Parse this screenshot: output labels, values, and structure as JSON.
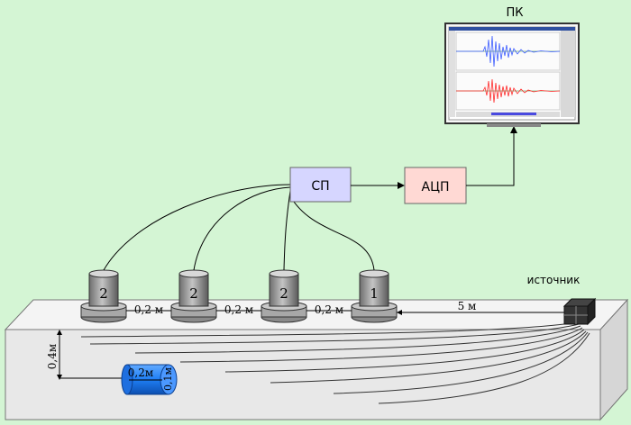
{
  "pc": {
    "label": "ПК"
  },
  "sp": {
    "label": "СП"
  },
  "adc": {
    "label": "АЦП"
  },
  "source": {
    "label": "источник"
  },
  "sensors": [
    {
      "number": "2"
    },
    {
      "number": "2"
    },
    {
      "number": "2"
    },
    {
      "number": "1"
    }
  ],
  "spacing": {
    "gap1": "0,2 м",
    "gap2": "0,2 м",
    "gap3": "0,2 м",
    "to_source": "5 м"
  },
  "defect": {
    "depth": "0,4м",
    "length": "0,2м",
    "diameter": "0,1м"
  },
  "colors": {
    "background": "#d4f5d4",
    "sp_box": "#d6d6ff",
    "adc_box": "#ffd9d4",
    "beam": "#ececec",
    "defect": "#1e7ef5",
    "trace_blue": "#3b5bff",
    "trace_red": "#ff2a2a"
  }
}
